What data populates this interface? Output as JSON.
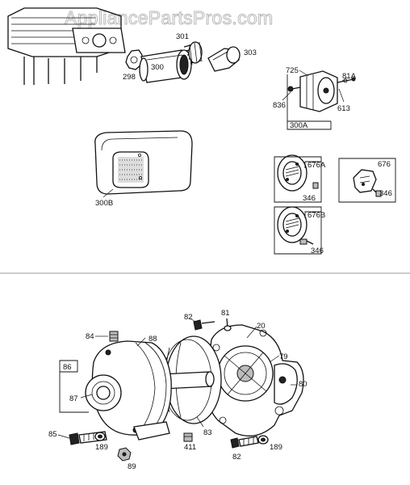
{
  "watermark": "AppliancePartsPros.com",
  "top_section": {
    "labels": {
      "l298": "298",
      "l300": "300",
      "l301": "301",
      "l303": "303",
      "l725": "725",
      "l81A": "81A",
      "l836": "836",
      "l613": "613",
      "l300A": "300A",
      "l300B": "300B",
      "l676A": "676A",
      "l346a": "346",
      "l676": "676",
      "l346b": "346",
      "l676B": "676B",
      "l346c": "346"
    }
  },
  "bottom_section": {
    "labels": {
      "l82a": "82",
      "l81": "81",
      "l20": "20",
      "l84": "84",
      "l88": "88",
      "l86": "86",
      "l79": "79",
      "l80": "80",
      "l87": "87",
      "l85": "85",
      "l189a": "189",
      "l411": "411",
      "l83": "83",
      "l82b": "82",
      "l189b": "189",
      "l89": "89"
    }
  }
}
